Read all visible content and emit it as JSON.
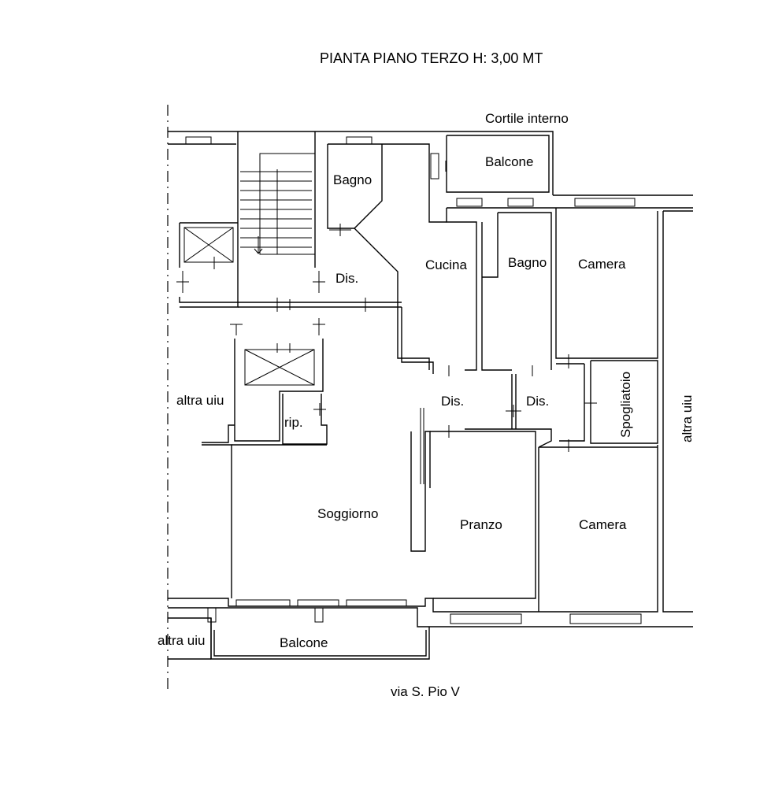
{
  "title": "PIANTA PIANO TERZO H: 3,00 MT",
  "labels": {
    "cortile": "Cortile interno",
    "balcone_top": "Balcone",
    "bagno_1": "Bagno",
    "cucina": "Cucina",
    "bagno_2": "Bagno",
    "camera_1": "Camera",
    "dis_1": "Dis.",
    "dis_2": "Dis.",
    "dis_3": "Dis.",
    "altra_uiu_left": "altra uiu",
    "rip": "rip.",
    "spogliatoio": "Spogliatoio",
    "altra_uiu_right": "altra uiu",
    "soggiorno": "Soggiorno",
    "pranzo": "Pranzo",
    "camera_2": "Camera",
    "altra_uiu_bottom": "altra uiu",
    "balcone_bottom": "Balcone",
    "via": "via S. Pio V"
  }
}
